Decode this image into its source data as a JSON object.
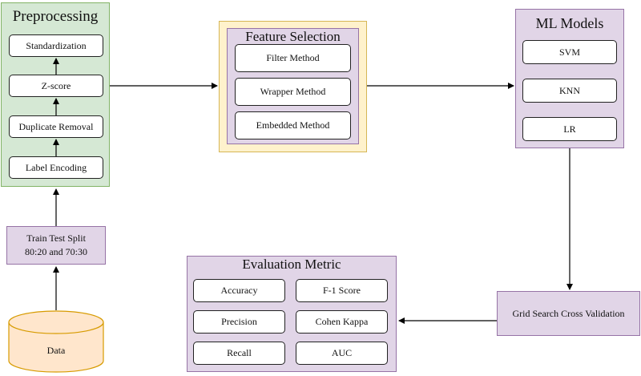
{
  "preprocessing": {
    "title": "Preprocessing",
    "steps": [
      "Standardization",
      "Z-score",
      "Duplicate Removal",
      "Label Encoding"
    ]
  },
  "split": {
    "line1": "Train Test Split",
    "line2": "80:20 and 70:30"
  },
  "data": {
    "label": "Data"
  },
  "feature_selection": {
    "title": "Feature Selection",
    "methods": [
      "Filter Method",
      "Wrapper Method",
      "Embedded Method"
    ]
  },
  "ml_models": {
    "title": "ML Models",
    "models": [
      "SVM",
      "KNN",
      "LR"
    ]
  },
  "grid_search": {
    "label": "Grid Search Cross Validation"
  },
  "evaluation": {
    "title": "Evaluation Metric",
    "metrics": [
      "Accuracy",
      "F-1 Score",
      "Precision",
      "Cohen Kappa",
      "Recall",
      "AUC"
    ]
  },
  "colors": {
    "green_fill": "#d5e8d4",
    "green_border": "#82b366",
    "purple_fill": "#e1d5e7",
    "purple_border": "#9673a6",
    "yellow_fill": "#fff2cc",
    "yellow_border": "#d6b656",
    "orange_fill": "#ffe6cc",
    "orange_border": "#d79b00"
  }
}
